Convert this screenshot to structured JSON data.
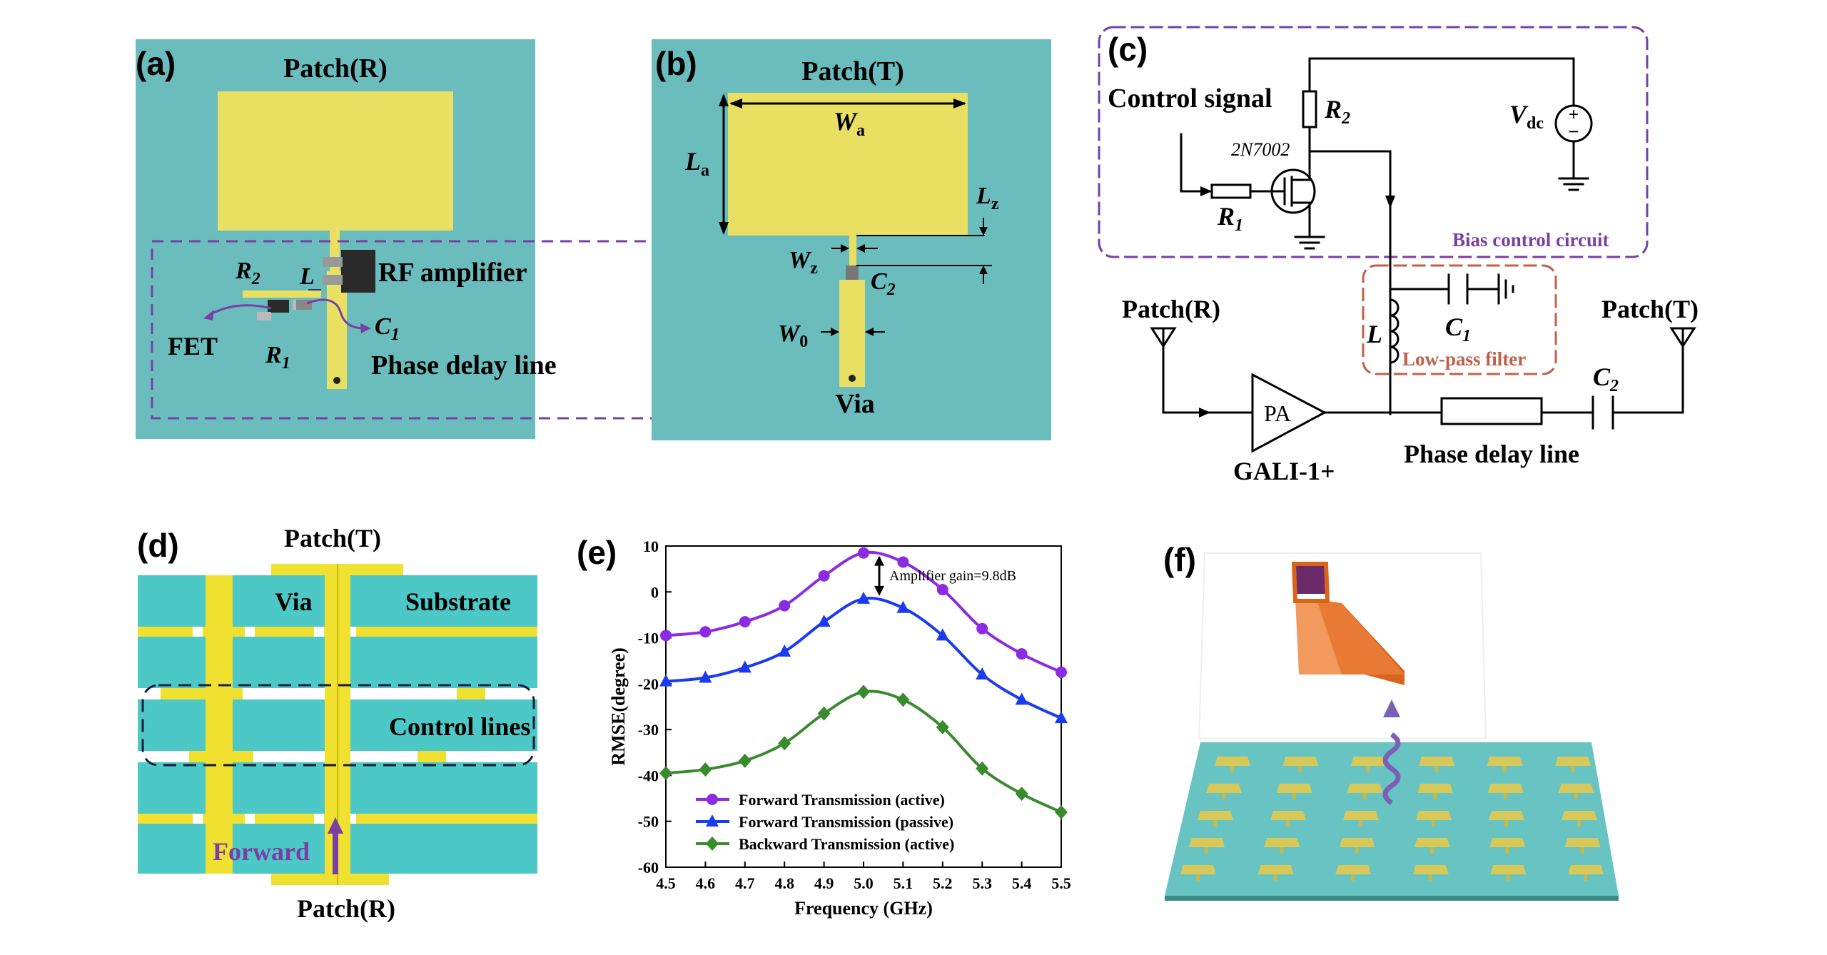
{
  "panels": {
    "a": {
      "label": "(a)",
      "title": "Patch(R)",
      "r2": "R",
      "r2_sub": "2",
      "l": "L",
      "amp": "RF amplifier",
      "fet": "FET",
      "c1": "C",
      "c1_sub": "1",
      "r1": "R",
      "r1_sub": "1",
      "pdl": "Phase delay line"
    },
    "b": {
      "label": "(b)",
      "title": "Patch(T)",
      "wa": "W",
      "wa_sub": "a",
      "la": "L",
      "la_sub": "a",
      "lz": "L",
      "lz_sub": "z",
      "wz": "W",
      "wz_sub": "z",
      "c2": "C",
      "c2_sub": "2",
      "w0": "W",
      "w0_sub": "0",
      "via": "Via"
    },
    "c": {
      "label": "(c)",
      "control_signal": "Control signal",
      "r2": "R",
      "r2_sub": "2",
      "vdc": "V",
      "vdc_sub": "dc",
      "transistor": "2N7002",
      "r1": "R",
      "r1_sub": "1",
      "bias_box": "Bias control circuit",
      "patch_r": "Patch(R)",
      "patch_t": "Patch(T)",
      "c1": "C",
      "c1_sub": "1",
      "l": "L",
      "lpf_box": "Low-pass filter",
      "c2": "C",
      "c2_sub": "2",
      "pa": "PA",
      "pdl": "Phase delay line",
      "gali": "GALI-1+"
    },
    "d": {
      "label": "(d)",
      "patch_t": "Patch(T)",
      "via": "Via",
      "substrate": "Substrate",
      "control_lines": "Control lines",
      "forward": "Forward",
      "patch_r": "Patch(R)"
    },
    "e": {
      "label": "(e)",
      "annotation": "Amplifier gain=9.8dB"
    },
    "f": {
      "label": "(f)"
    }
  },
  "colors": {
    "substrate": "#6bbcbd",
    "metal": "#e8df63",
    "bias_box": "#7a3fa5",
    "lpf_box": "#c0604a",
    "forward_active": "#8b2be2",
    "forward_passive": "#1a3bf0",
    "backward_active": "#3a8a2e"
  },
  "chart_data": {
    "type": "line",
    "xlabel": "Frequency (GHz)",
    "ylabel": "RMSE(degree)",
    "xlim": [
      4.5,
      5.5
    ],
    "ylim": [
      -60,
      10
    ],
    "xticks": [
      "4.5",
      "4.6",
      "4.7",
      "4.8",
      "4.9",
      "5.0",
      "5.1",
      "5.2",
      "5.3",
      "5.4",
      "5.5"
    ],
    "yticks": [
      "10",
      "0",
      "-10",
      "-20",
      "-30",
      "-40",
      "-50",
      "-60"
    ],
    "legend_position": "bottom-left",
    "x": [
      4.5,
      4.6,
      4.7,
      4.8,
      4.9,
      5.0,
      5.1,
      5.2,
      5.3,
      5.4,
      5.5
    ],
    "series": [
      {
        "name": "Forward Transmission (active)",
        "marker": "circle",
        "color": "#8b2be2",
        "values": [
          -9.5,
          -8.7,
          -6.5,
          -3.0,
          3.5,
          8.5,
          6.5,
          0.5,
          -8.0,
          -13.5,
          -17.5
        ]
      },
      {
        "name": "Forward Transmission (passive)",
        "marker": "triangle",
        "color": "#1a3bf0",
        "values": [
          -19.5,
          -18.7,
          -16.5,
          -13.0,
          -6.5,
          -1.5,
          -3.5,
          -9.5,
          -18.0,
          -23.5,
          -27.5
        ]
      },
      {
        "name": "Backward Transmission (active)",
        "marker": "diamond",
        "color": "#3a8a2e",
        "values": [
          -39.5,
          -38.7,
          -36.8,
          -33.0,
          -26.5,
          -21.8,
          -23.5,
          -29.5,
          -38.5,
          -44.0,
          -48.0
        ]
      }
    ]
  }
}
